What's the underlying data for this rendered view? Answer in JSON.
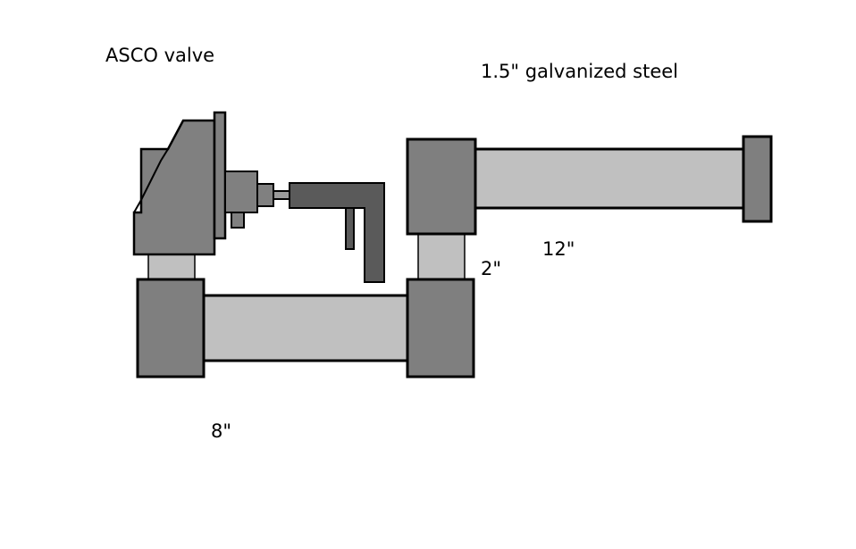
{
  "labels": {
    "valve": "ASCO valve",
    "material": "1.5\" galvanized steel",
    "length_12": "12\"",
    "length_2": "2\"",
    "length_8": "8\""
  },
  "colors": {
    "pipe": "#c0c0c0",
    "fitting": "#7f7f7f",
    "valve_body": "#808080",
    "handle": "#5a5a5a",
    "outline": "#000000",
    "background": "#ffffff"
  }
}
